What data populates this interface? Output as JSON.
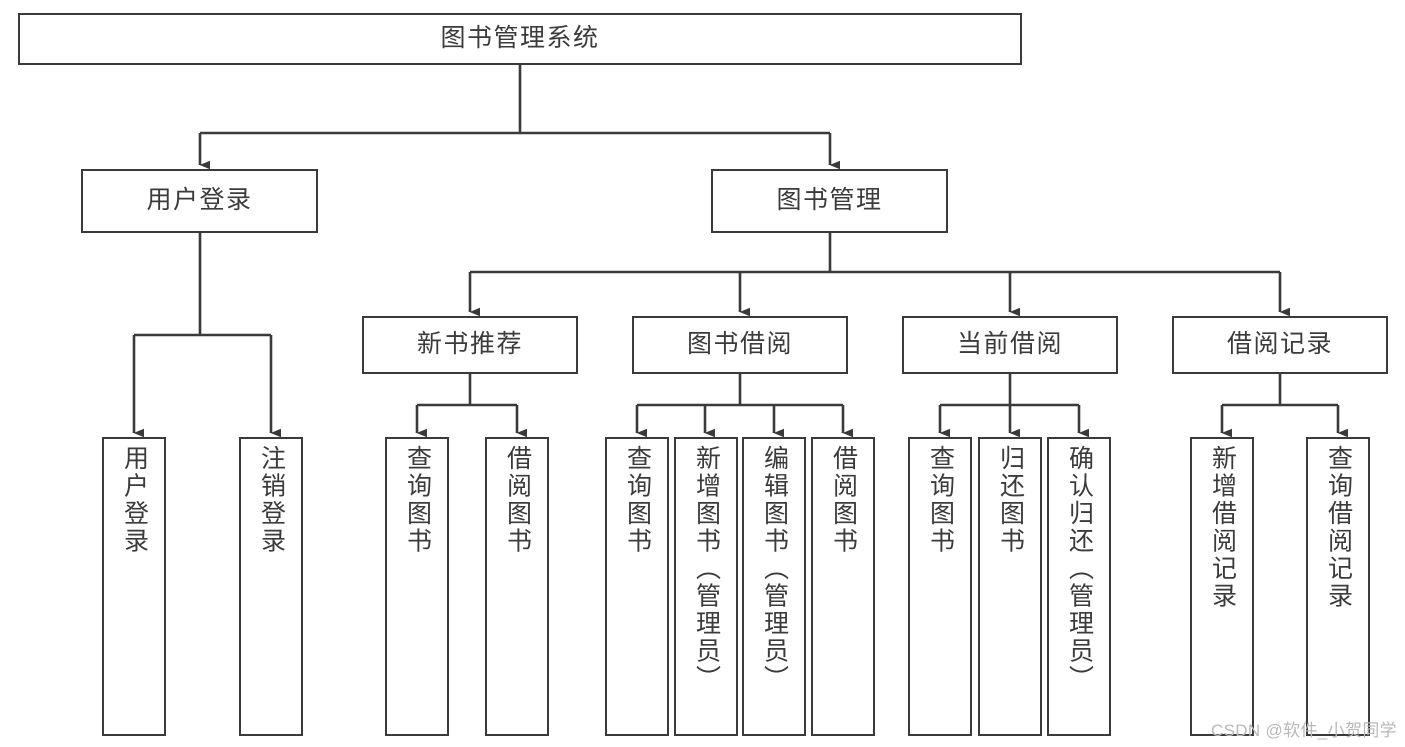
{
  "diagram": {
    "title": "图书管理系统",
    "type": "tree-hierarchy",
    "watermark": "CSDN @软件_小贺同学",
    "colors": {
      "stroke": "#3a3a3a",
      "text": "#3b3b3b",
      "background": "#ffffff",
      "watermark": "#b9b9b9"
    }
  },
  "nodes": {
    "root": {
      "label": "图书管理系统"
    },
    "level2": [
      {
        "id": "user-login",
        "label": "用户登录"
      },
      {
        "id": "book-management",
        "label": "图书管理"
      }
    ],
    "level3": [
      {
        "id": "new-book-recommend",
        "label": "新书推荐"
      },
      {
        "id": "book-borrow",
        "label": "图书借阅"
      },
      {
        "id": "current-borrow",
        "label": "当前借阅"
      },
      {
        "id": "borrow-record",
        "label": "借阅记录"
      }
    ],
    "leaves": {
      "user_login": [
        {
          "id": "leaf-user-login",
          "label": "用户登录"
        },
        {
          "id": "leaf-logout",
          "label": "注销登录"
        }
      ],
      "new_book_recommend": [
        {
          "id": "leaf-query-book-1",
          "label": "查询图书"
        },
        {
          "id": "leaf-borrow-book-1",
          "label": "借阅图书"
        }
      ],
      "book_borrow": [
        {
          "id": "leaf-query-book-2",
          "label": "查询图书"
        },
        {
          "id": "leaf-add-book",
          "label": "新增图书（管理员）"
        },
        {
          "id": "leaf-edit-book",
          "label": "编辑图书（管理员）"
        },
        {
          "id": "leaf-borrow-book-2",
          "label": "借阅图书"
        }
      ],
      "current_borrow": [
        {
          "id": "leaf-query-book-3",
          "label": "查询图书"
        },
        {
          "id": "leaf-return-book",
          "label": "归还图书"
        },
        {
          "id": "leaf-confirm-return",
          "label": "确认归还（管理员）"
        }
      ],
      "borrow_record": [
        {
          "id": "leaf-add-record",
          "label": "新增借阅记录"
        },
        {
          "id": "leaf-query-record",
          "label": "查询借阅记录"
        }
      ]
    }
  }
}
